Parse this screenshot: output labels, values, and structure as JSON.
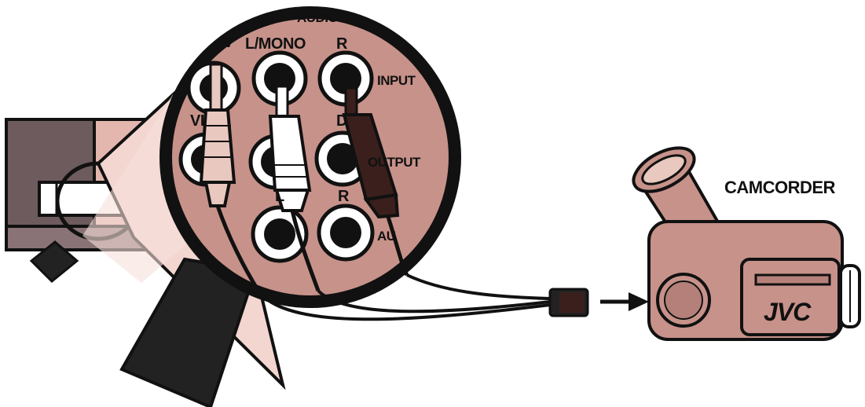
{
  "labels": {
    "audio_top": "AUDIO",
    "video_partial": "V",
    "l_mono": "L/MONO",
    "r_top": "R",
    "input": "INPUT",
    "video_mid": "VI",
    "d_mid": "D",
    "output": "OUTPUT",
    "l_bottom": "L",
    "r_bottom": "R",
    "audio_bottom": "AU",
    "camcorder": "CAMCORDER",
    "brand": "JVC"
  },
  "colors": {
    "panel": "#c7928a",
    "panel_light": "#f2d6cf",
    "vcr_dark": "#6e5b5e",
    "ink": "#111111",
    "plug_red": "#3a1f1c",
    "plug_white": "#ffffff",
    "plug_yellow_body": "#e9c8bf"
  }
}
